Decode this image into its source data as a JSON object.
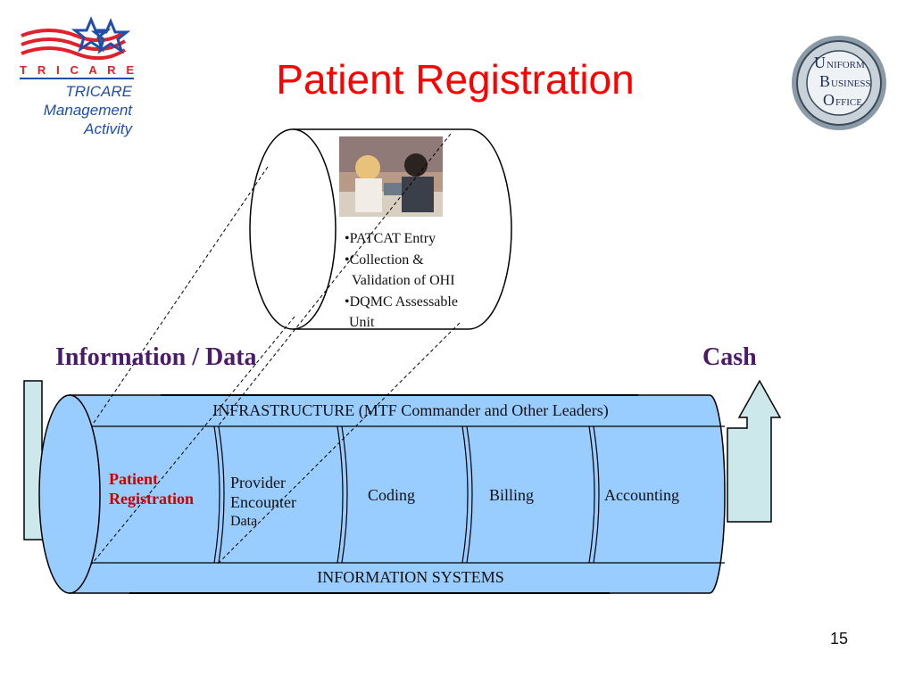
{
  "slide": {
    "title": "Patient Registration",
    "page_number": "15"
  },
  "logo_left": {
    "wordmark": "T R I C A R E",
    "org_lines": [
      "TRICARE",
      "Management",
      "Activity"
    ]
  },
  "logo_right": {
    "seal_text": "UNIFORM BUSINESS OFFICE",
    "icon": "uniform-business-office-seal"
  },
  "detail_cylinder": {
    "photo_icon": "staff-at-desk-photo",
    "bullets": [
      "•PATCAT Entry",
      "•Collection &",
      "  Validation of OHI",
      "•DQMC Assessable",
      "  Unit"
    ]
  },
  "flow": {
    "input_label": "Information / Data",
    "output_label": "Cash",
    "top_band": "INFRASTRUCTURE (MTF Commander and Other Leaders)",
    "bottom_band": "INFORMATION SYSTEMS",
    "stages": [
      {
        "lines": [
          "Patient",
          "Registration"
        ],
        "highlight": true
      },
      {
        "lines": [
          "Provider",
          "Encounter",
          "Data"
        ],
        "highlight": false
      },
      {
        "lines": [
          "Coding"
        ],
        "highlight": false
      },
      {
        "lines": [
          "Billing"
        ],
        "highlight": false
      },
      {
        "lines": [
          "Accounting"
        ],
        "highlight": false
      }
    ]
  },
  "colors": {
    "title": "#ff0000",
    "highlight_stage": "#cc0000",
    "flow_labels": "#4b1a6b",
    "cylinder_fill": "#99ccff",
    "arrow_fill": "#cce8ea",
    "tricare_blue": "#1f4eaa"
  }
}
